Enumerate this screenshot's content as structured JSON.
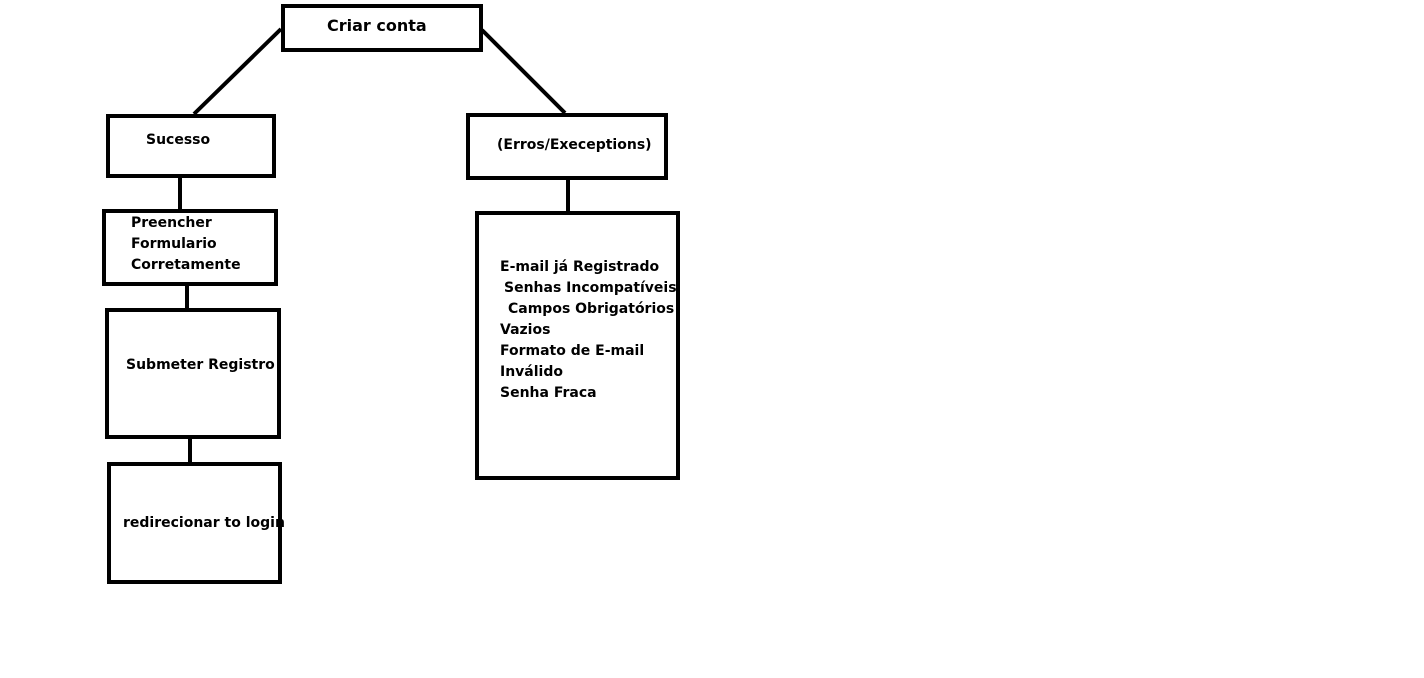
{
  "diagram": {
    "root": "Criar conta",
    "success_branch": {
      "label": "Sucesso",
      "steps": [
        [
          "Preencher",
          "Formulario",
          "Corretamente"
        ],
        [
          "Submeter Registro"
        ],
        [
          "redirecionar to login"
        ]
      ]
    },
    "error_branch": {
      "label": "(Erros/Execeptions)",
      "items": [
        "E-mail já Registrado",
        "Senhas Incompatíveis",
        "Campos Obrigatórios",
        "Vazios",
        "Formato de E-mail",
        "Inválido",
        "Senha Fraca"
      ]
    }
  },
  "colors": {
    "stroke": "#000000",
    "background": "#ffffff"
  }
}
